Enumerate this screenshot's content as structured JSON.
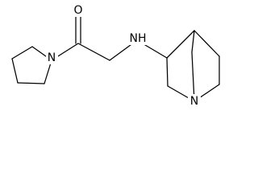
{
  "molecule": {
    "atoms": {
      "carbonyl_oxygen": "O",
      "pyrrolidine_nitrogen": "N",
      "amine": "NH",
      "quinuclidine_nitrogen": "N"
    }
  },
  "colors": {
    "bond": "#000000",
    "label": "#000000",
    "background": "#ffffff"
  }
}
